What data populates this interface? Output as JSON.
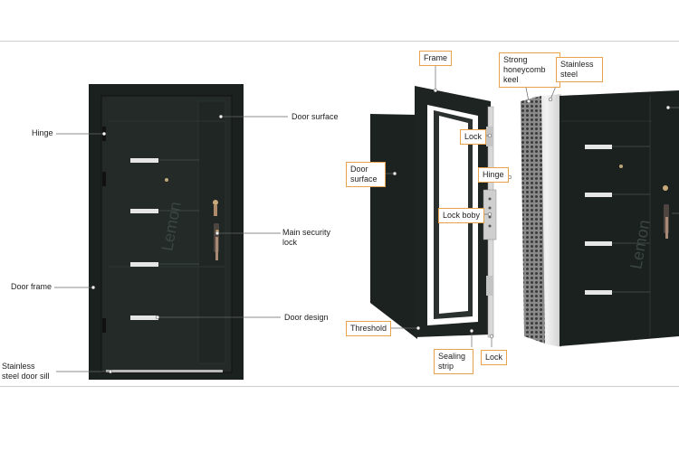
{
  "left_labels": {
    "hinge": "Hinge",
    "door_surface": "Door surface",
    "main_lock_1": "Main security",
    "main_lock_2": "lock",
    "door_frame": "Door frame",
    "door_design": "Door design",
    "sill_1": "Stainless",
    "sill_2": "steel door sill"
  },
  "right_labels": {
    "frame": "Frame",
    "honeycomb_1": "Strong",
    "honeycomb_2": "honeycomb",
    "honeycomb_3": "keel",
    "stainless_1": "Stainless",
    "stainless_2": "steel",
    "lock_top": "Lock",
    "door_surface_1": "Door",
    "door_surface_2": "surface",
    "hinge": "Hinge",
    "lock_body": "Lock boby",
    "threshold": "Threshold",
    "sealing_1": "Sealing",
    "sealing_2": "strip",
    "lock_bottom": "Lock"
  },
  "watermark": "Lemon",
  "colors": {
    "door": "#1b211f",
    "accent_box": "#e8a24a",
    "leader": "#666666"
  }
}
